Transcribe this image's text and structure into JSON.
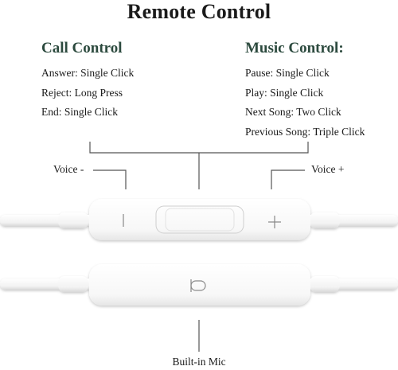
{
  "title": "Remote Control",
  "call_control": {
    "heading": "Call Control",
    "items": [
      "Answer: Single Click",
      "Reject: Long Press",
      "End: Single Click"
    ]
  },
  "music_control": {
    "heading": "Music Control:",
    "items": [
      "Pause: Single Click",
      "Play: Single Click",
      "Next Song: Two Click",
      "Previous Song: Triple Click"
    ]
  },
  "labels": {
    "voice_minus": "Voice -",
    "voice_plus": "Voice +",
    "mic": "Built-in Mic"
  },
  "remote": {
    "minus_symbol": "-",
    "plus_symbol": "+",
    "mic_icon": "microphone-icon"
  },
  "colors": {
    "heading": "#2c4a3e",
    "text": "#1a1a1a",
    "lines": "#555555",
    "device": "#ffffff",
    "device_shadow": "#cfcfcf"
  }
}
